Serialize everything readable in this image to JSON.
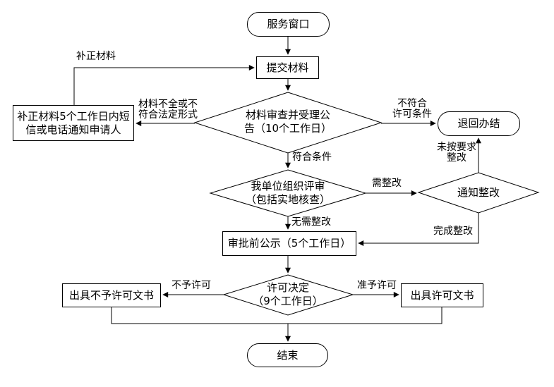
{
  "flowchart": {
    "colors": {
      "line": "#000000",
      "node_fill": "#ffffff",
      "text": "#000000",
      "background": "#ffffff"
    },
    "nodes": {
      "start": {
        "label": "服务窗口"
      },
      "submit": {
        "label": "提交材料"
      },
      "notify": {
        "line1": "补正材料5个工作日内短",
        "line2": "信或电话通知申请人"
      },
      "review": {
        "line1": "材料审查并受理公",
        "line2": "告（10个工作日）"
      },
      "return_close": {
        "label": "退回办结"
      },
      "evaluate": {
        "line1": "我单位组织评审",
        "line2": "（包括实地核查）"
      },
      "notify_rectify": {
        "label": "通知整改"
      },
      "publicity": {
        "label": "审批前公示（5个工作日）"
      },
      "decision": {
        "line1": "许可决定",
        "line2": "（9个工作日）"
      },
      "deny_doc": {
        "label": "出具不予许可文书"
      },
      "grant_doc": {
        "label": "出具许可文书"
      },
      "end": {
        "label": "结束"
      }
    },
    "edge_labels": {
      "supplement": "补正材料",
      "incomplete_line1": "材料不全或不",
      "incomplete_line2": "符合法定形式",
      "not_meet_line1": "不符合",
      "not_meet_line2": "许可条件",
      "meet": "符合条件",
      "need_rectify": "需整改",
      "not_rectified_line1": "未按要求",
      "not_rectified_line2": "整改",
      "no_rectify": "无需整改",
      "rectify_done": "完成整改",
      "deny": "不予许可",
      "grant": "准予许可"
    }
  }
}
